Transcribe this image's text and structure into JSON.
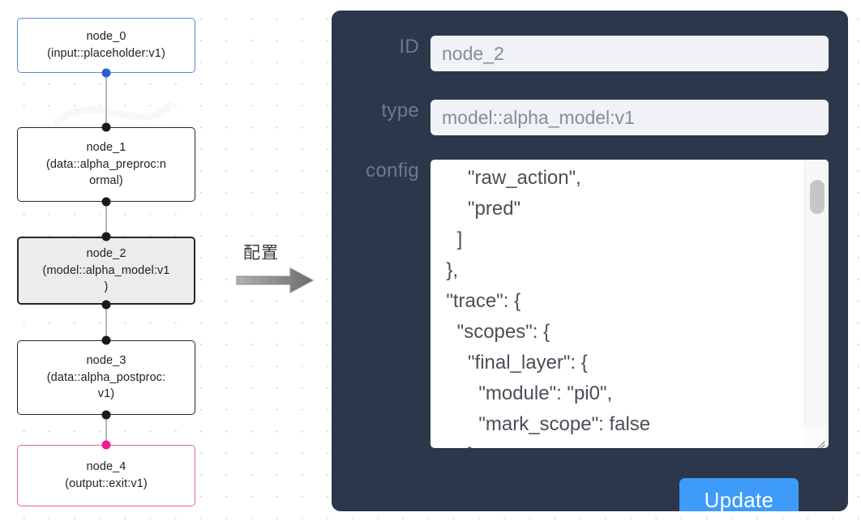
{
  "canvas": {
    "grid": "dot-grid",
    "background_color": "#ffffff",
    "dot_color": "#d9d9dd"
  },
  "graph": {
    "nodes": [
      {
        "id": "node_0",
        "label": "node_0\n(input::placeholder:v1)",
        "type": "input::placeholder:v1",
        "border_color": "#5b86d6",
        "fill": "#ffffff",
        "selected": false
      },
      {
        "id": "node_1",
        "label": "node_1\n(data::alpha_preproc:n\normal)",
        "type": "data::alpha_preproc:normal",
        "border_color": "#22262e",
        "fill": "#ffffff",
        "selected": false
      },
      {
        "id": "node_2",
        "label": "node_2\n(model::alpha_model:v1\n)",
        "type": "model::alpha_model:v1",
        "border_color": "#22262e",
        "fill": "#ececec",
        "selected": true
      },
      {
        "id": "node_3",
        "label": "node_3\n(data::alpha_postproc:\nv1)",
        "type": "data::alpha_postproc:v1",
        "border_color": "#22262e",
        "fill": "#ffffff",
        "selected": false
      },
      {
        "id": "node_4",
        "label": "node_4\n(output::exit:v1)",
        "type": "output::exit:v1",
        "border_color": "#e5659f",
        "fill": "#ffffff",
        "selected": false
      }
    ],
    "edges": [
      {
        "from": "node_0",
        "to": "node_1"
      },
      {
        "from": "node_1",
        "to": "node_2"
      },
      {
        "from": "node_2",
        "to": "node_3"
      },
      {
        "from": "node_3",
        "to": "node_4"
      }
    ],
    "port_colors": {
      "default": "#1a1a1a",
      "input_node": "#2d5fd0",
      "output_node": "#ec1f8e"
    }
  },
  "transition": {
    "label": "配置",
    "arrow": "right-arrow",
    "arrow_color": "#8a8a8a"
  },
  "inspector": {
    "background_color": "#2d374b",
    "fields": [
      {
        "name": "id",
        "label": "ID",
        "value": "node_2"
      },
      {
        "name": "type",
        "label": "type",
        "value": "model::alpha_model:v1"
      },
      {
        "name": "config",
        "label": "config",
        "value": ""
      }
    ],
    "id": {
      "label": "ID",
      "value": "node_2"
    },
    "type": {
      "label": "type",
      "value": "model::alpha_model:v1"
    },
    "config": {
      "label": "config",
      "value": "      \"raw_action\",\n      \"pred\"\n    ]\n  },\n  \"trace\": {\n    \"scopes\": {\n      \"final_layer\": {\n        \"module\": \"pi0\",\n        \"mark_scope\": false\n      },\n      \"action_model\": {",
      "scroll_position": "middle",
      "resizable": true
    },
    "update_button": {
      "label": "Update",
      "color": "#3e9bfa"
    }
  }
}
